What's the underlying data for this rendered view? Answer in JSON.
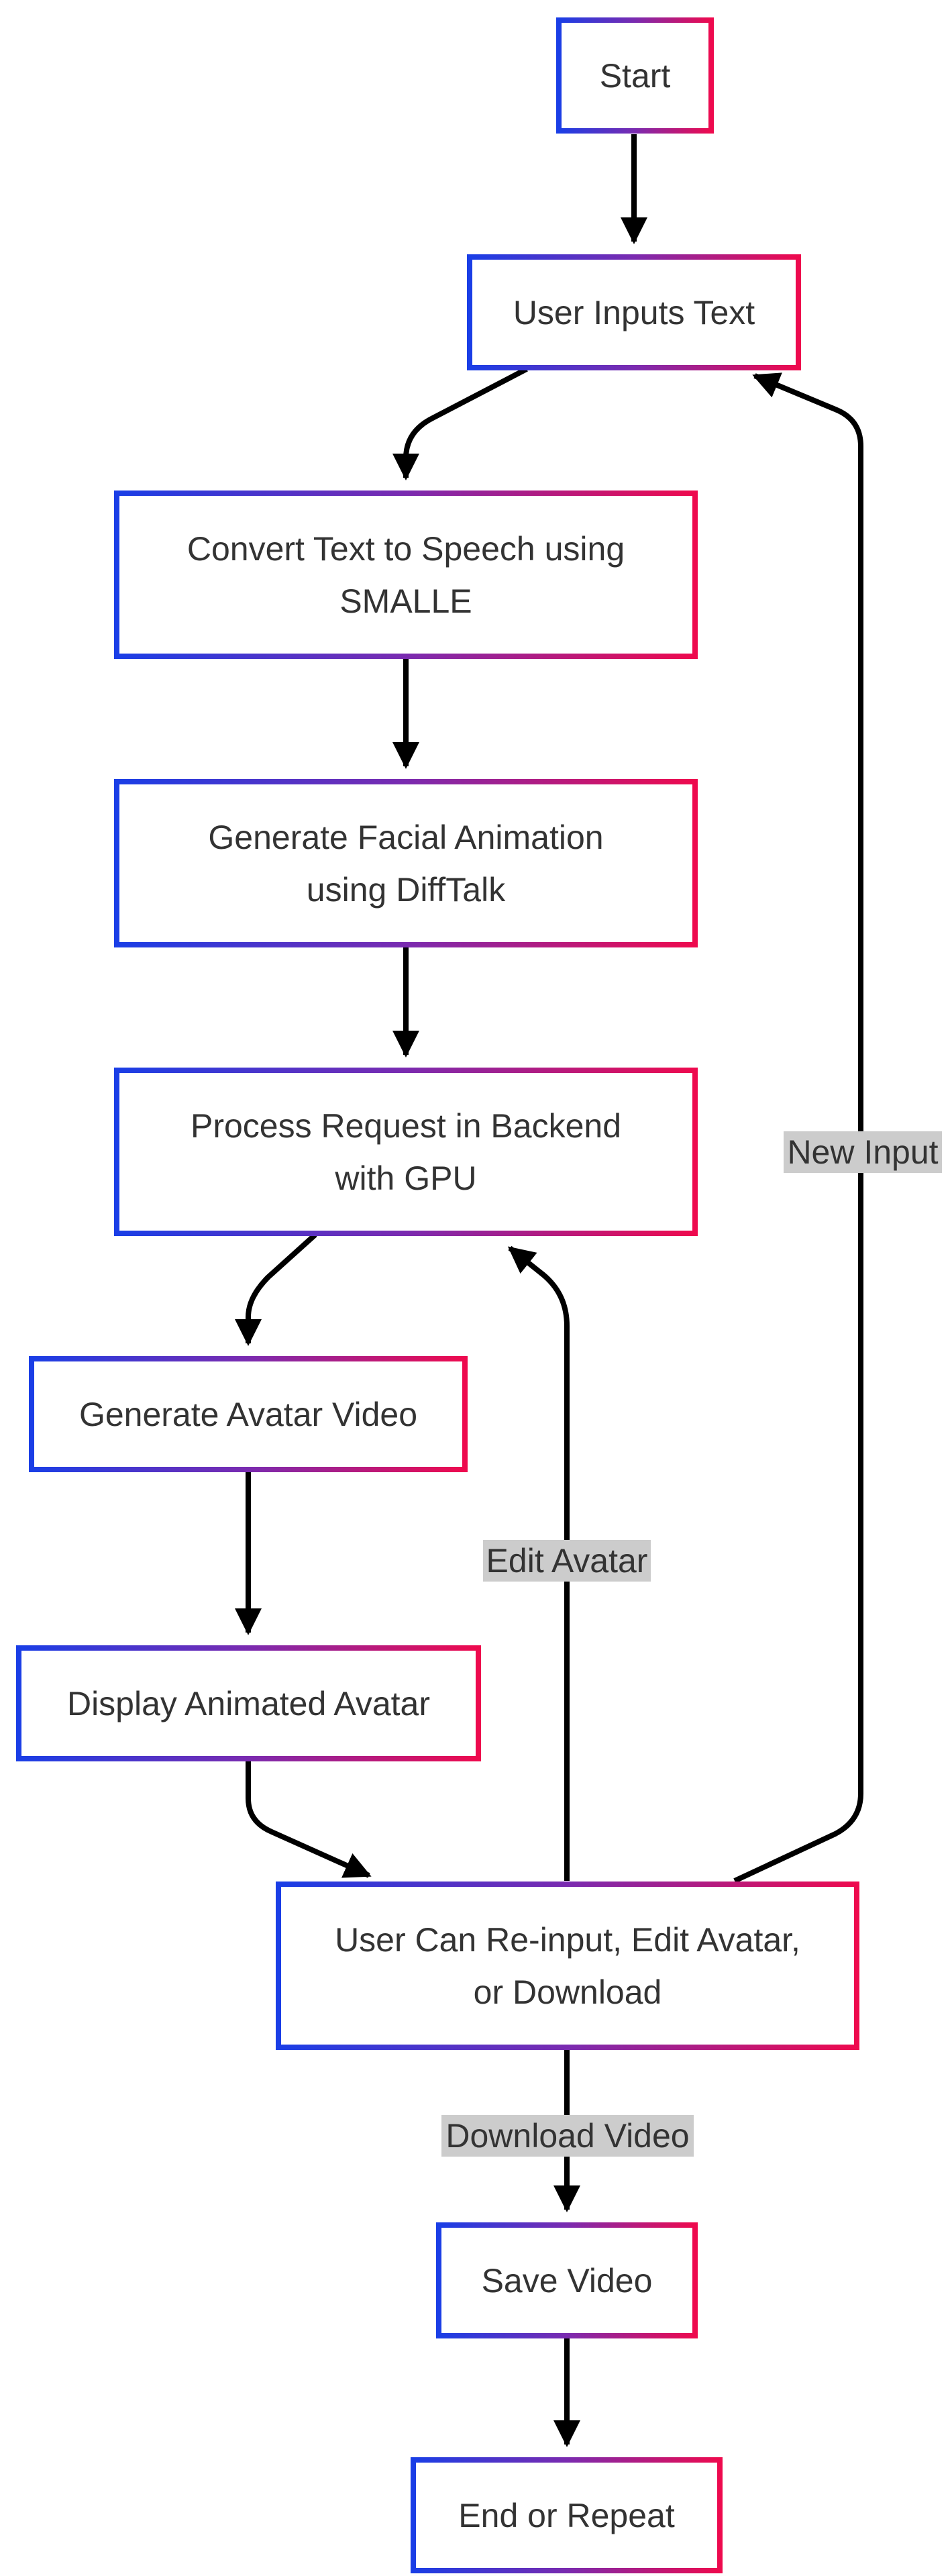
{
  "colors": {
    "border_start": "#1a3ee6",
    "border_mid": "#7a2bb0",
    "border_end": "#ee0a4e",
    "edge": "#000000",
    "text": "#333333",
    "edge_label_bg": "#cccccc"
  },
  "nodes": {
    "start": "Start",
    "user_inputs_text": "User Inputs Text",
    "convert_tts": "Convert Text to Speech using\nSMALLE",
    "facial_animation": "Generate Facial Animation\nusing DiffTalk",
    "process_backend": "Process Request in Backend\nwith GPU",
    "generate_video": "Generate Avatar Video",
    "display_avatar": "Display Animated Avatar",
    "user_options": "User Can Re-input, Edit Avatar,\nor Download",
    "save_video": "Save Video",
    "end_repeat": "End or Repeat"
  },
  "edges": {
    "new_input": "New Input",
    "edit_avatar": "Edit Avatar",
    "download_video": "Download Video"
  }
}
